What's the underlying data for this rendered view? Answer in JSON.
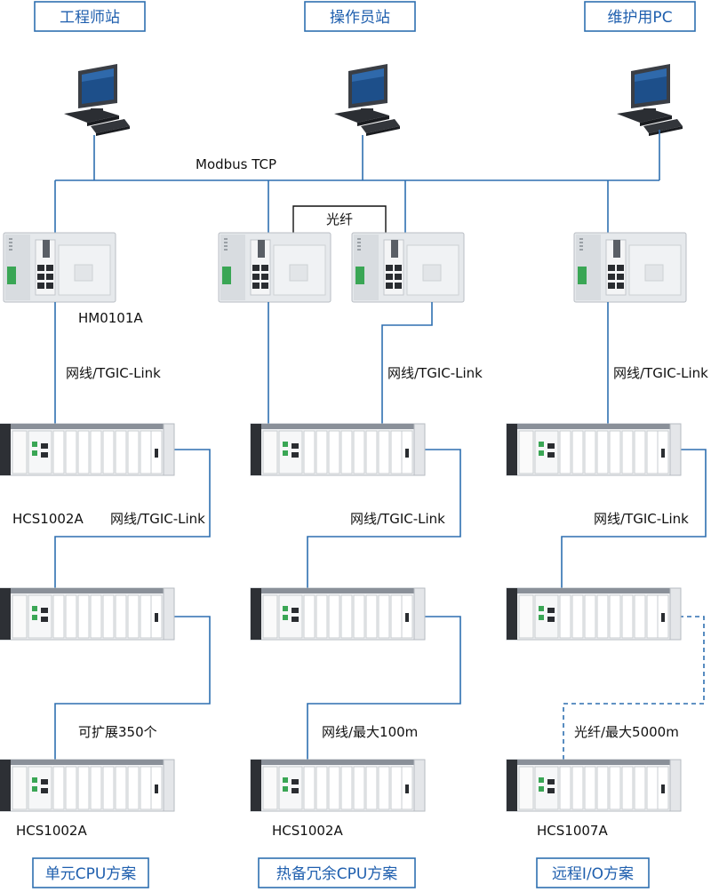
{
  "top_stations": [
    "工程师站",
    "操作员站",
    "维护用PC"
  ],
  "bus_label": "Modbus TCP",
  "fiber_link_label": "光纤",
  "gateway_label": "HM0101A",
  "link_labels": {
    "col1_gw": "网线/TGIC-Link",
    "col2_gw": "网线/TGIC-Link",
    "col3_gw": "网线/TGIC-Link",
    "col1_r1": "网线/TGIC-Link",
    "col2_r1": "网线/TGIC-Link",
    "col3_r1": "网线/TGIC-Link",
    "col1_r2": "可扩展350个",
    "col2_r2": "网线/最大100m",
    "col3_r2": "光纤/最大5000m"
  },
  "rack_labels": {
    "col1_top": "HCS1002A",
    "col1_bottom": "HCS1002A",
    "col2_bottom": "HCS1002A",
    "col3_bottom": "HCS1007A"
  },
  "bottom_schemes": [
    "单元CPU方案",
    "热备冗余CPU方案",
    "远程I/O方案"
  ],
  "colors": {
    "accent": "#2e6fb0",
    "label": "#1f5fae"
  }
}
